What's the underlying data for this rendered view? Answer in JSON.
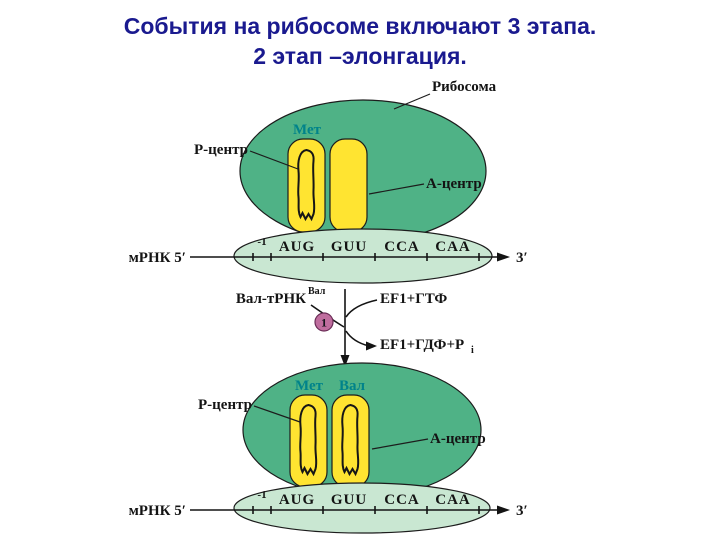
{
  "colors": {
    "title_navy": "#1a1a8f",
    "ribosome_green": "#4fb286",
    "small_subunit_green": "#c9e7d2",
    "trna_yellow": "#ffe431",
    "amino_teal": "#00838a",
    "step_circle_pink": "#bf6d9e"
  },
  "title": {
    "line1": "События на рибосоме включают 3 этапа.",
    "line2": "2 этап –элонгация."
  },
  "top_diagram": {
    "ribosome_label": "Рибосома",
    "p_site_label": "Р-центр",
    "a_site_label": "А-центр",
    "amino_acid_p": "Мет",
    "mrna_5_label": "мРНК 5′",
    "position_label": "-1",
    "codons": [
      "AUG",
      "GUU",
      "CCA",
      "CAA"
    ],
    "three_prime_label": "3′"
  },
  "reaction": {
    "step_number": "1",
    "substrate_label": "Вал-тРНК",
    "substrate_superscript": "Вал",
    "input_label": "EF1+ГТФ",
    "output_label": "EF1+ГДФ+Р",
    "output_subscript": "i"
  },
  "bottom_diagram": {
    "p_site_label": "Р-центр",
    "a_site_label": "А-центр",
    "amino_acid_p": "Мет",
    "amino_acid_a": "Вал",
    "mrna_5_label": "мРНК 5′",
    "position_label": "-1",
    "codons": [
      "AUG",
      "GUU",
      "CCA",
      "CAA"
    ],
    "three_prime_label": "3′"
  }
}
